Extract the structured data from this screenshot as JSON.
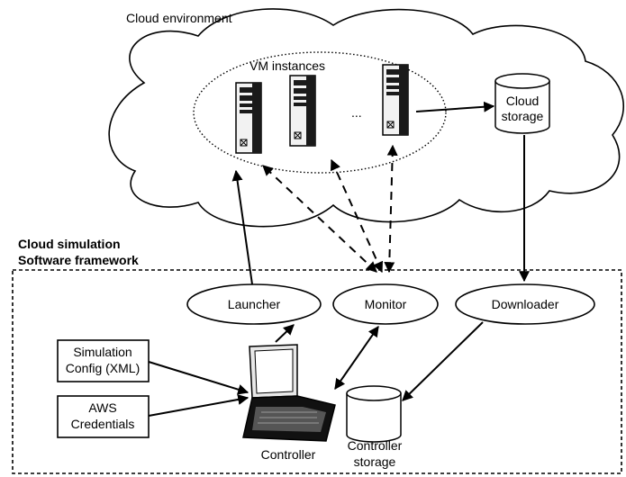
{
  "diagram": {
    "cloud_environment_label": "Cloud environment",
    "vm_instances_label": "VM instances",
    "ellipsis": "...",
    "cloud_storage_label": [
      "Cloud",
      "storage"
    ],
    "framework_label": [
      "Cloud simulation",
      "Software framework"
    ],
    "components": {
      "launcher": "Launcher",
      "monitor": "Monitor",
      "downloader": "Downloader"
    },
    "inputs": {
      "simulation_config": [
        "Simulation",
        "Config (XML)"
      ],
      "aws_credentials": [
        "AWS",
        "Credentials"
      ]
    },
    "controller_label": "Controller",
    "controller_storage_label": [
      "Controller",
      "storage"
    ]
  }
}
